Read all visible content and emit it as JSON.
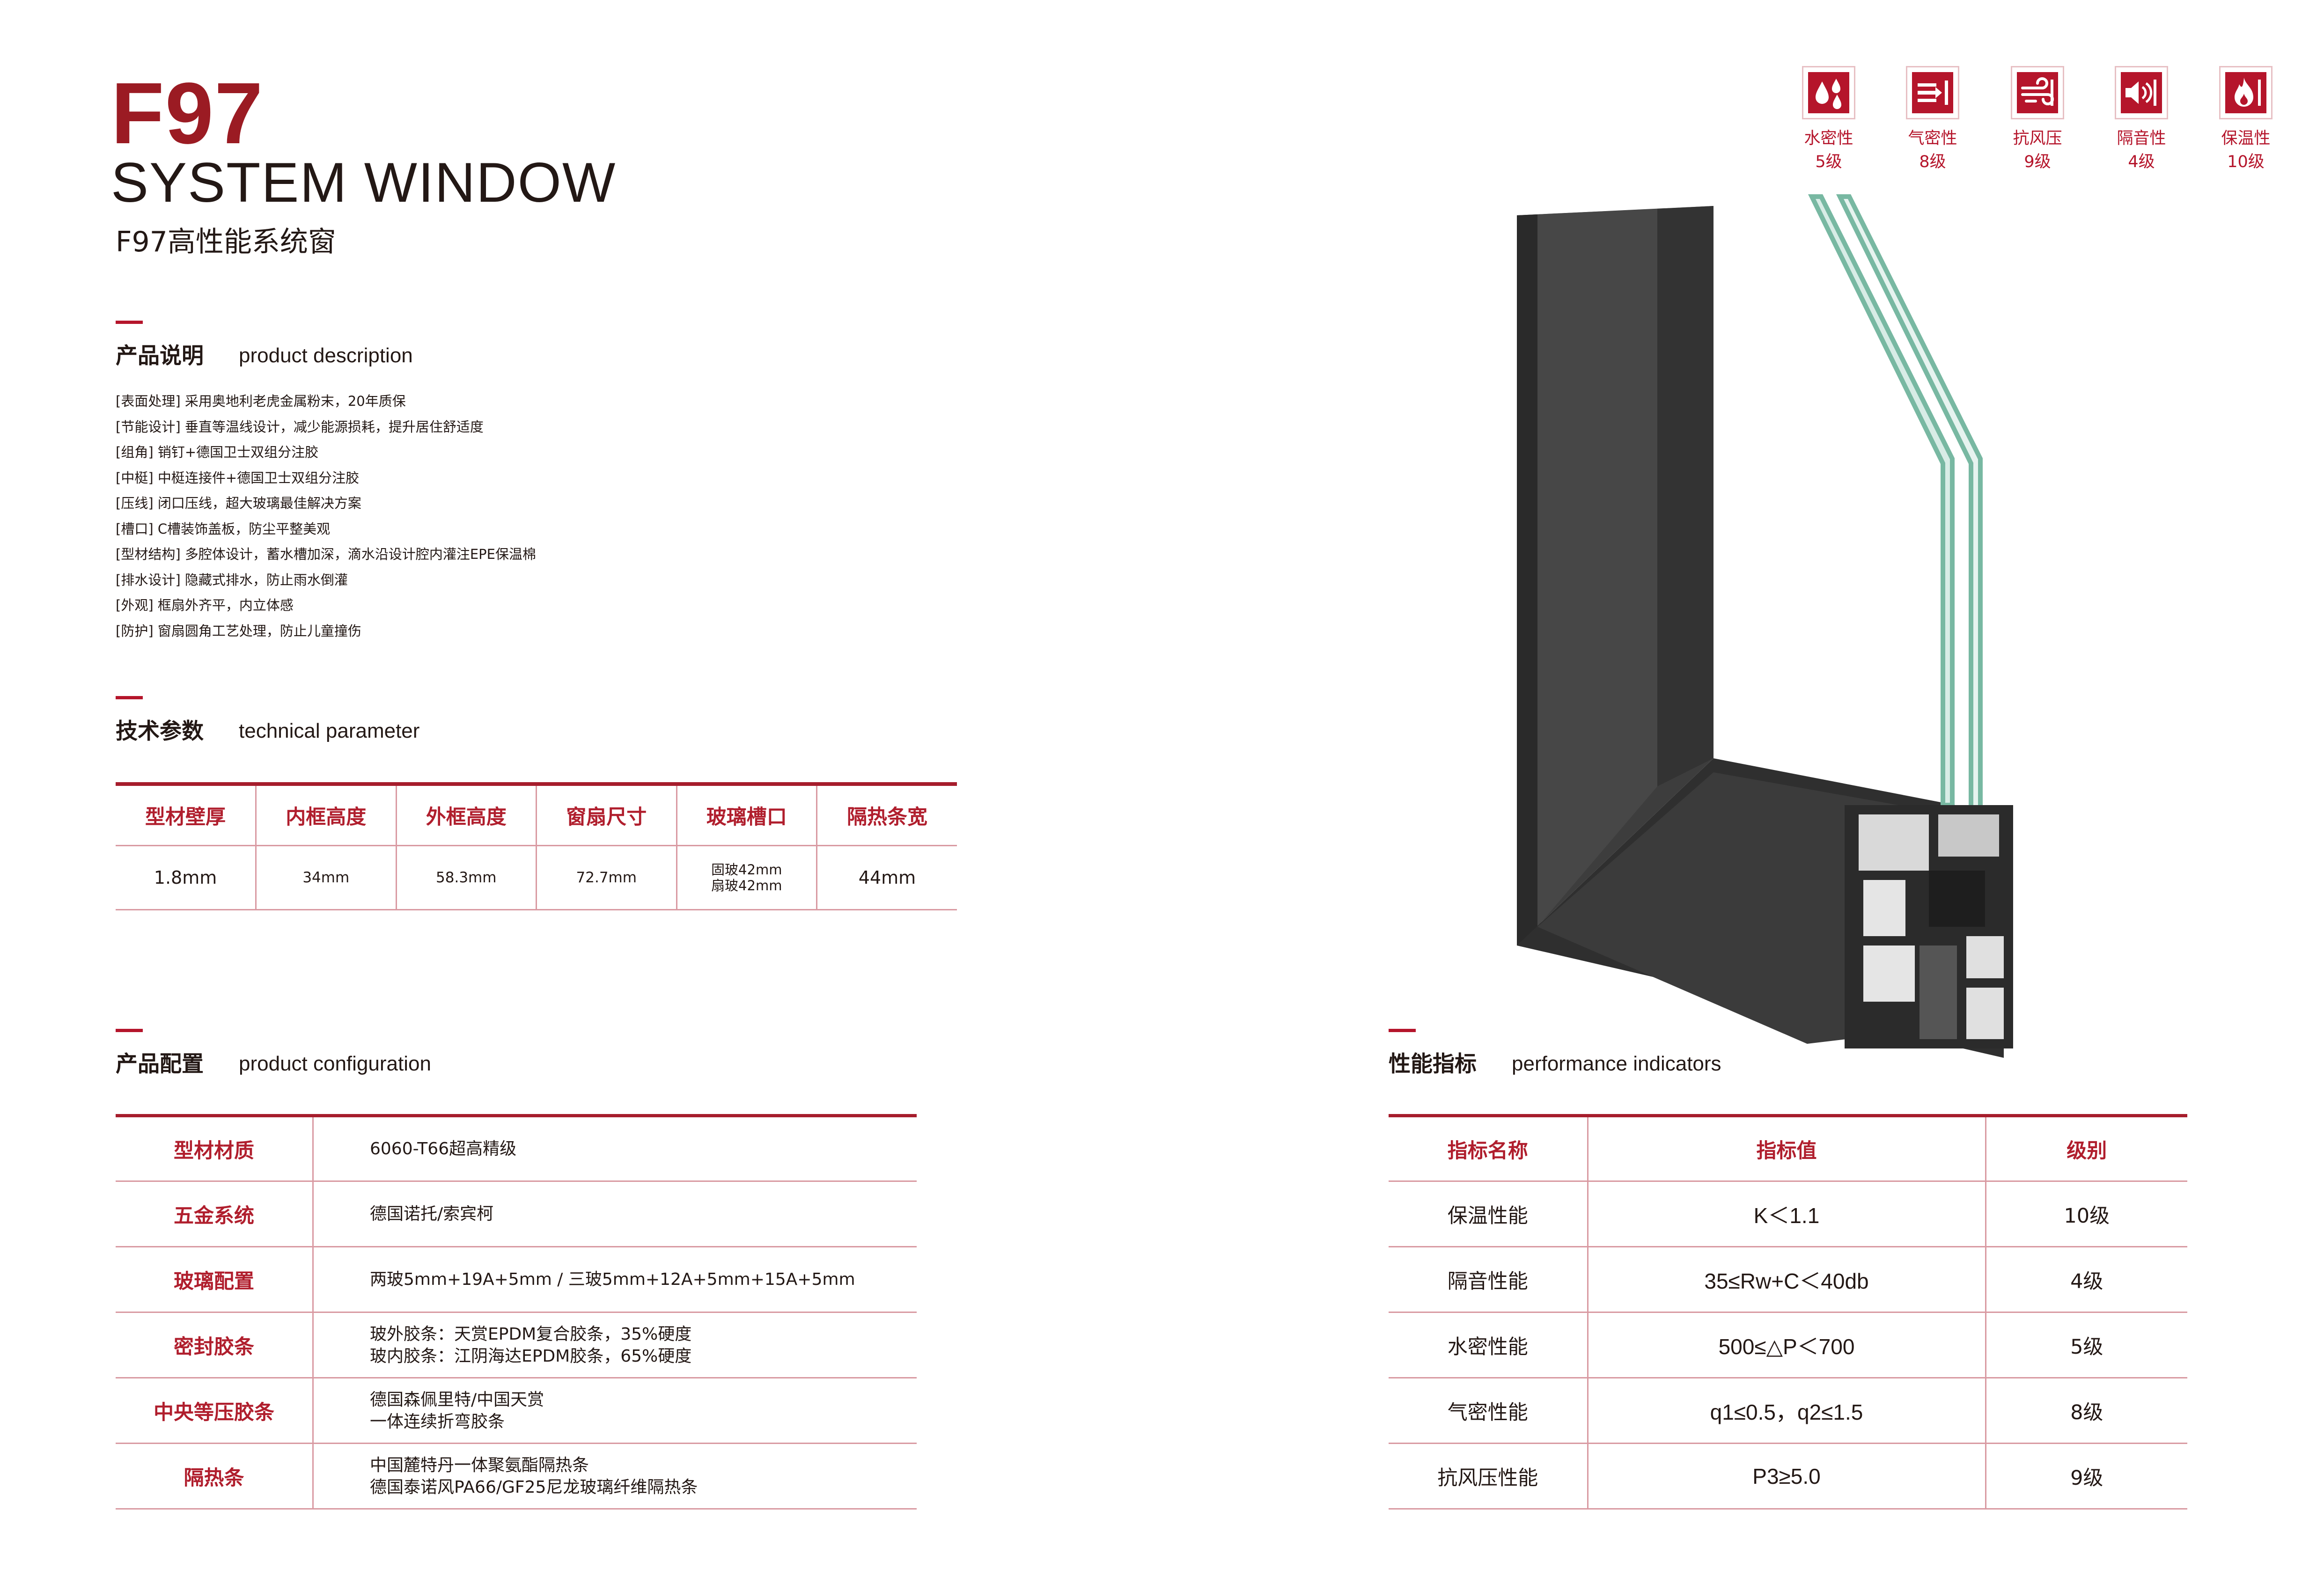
{
  "header": {
    "model": "F97",
    "subtitle": "SYSTEM WINDOW",
    "title_cn": "F97高性能系统窗"
  },
  "performance_icons": [
    {
      "icon": "water-drops-icon",
      "label": "水密性",
      "grade": "5级"
    },
    {
      "icon": "airflow-arrows-icon",
      "label": "气密性",
      "grade": "8级"
    },
    {
      "icon": "wind-icon",
      "label": "抗风压",
      "grade": "9级"
    },
    {
      "icon": "speaker-sound-icon",
      "label": "隔音性",
      "grade": "4级"
    },
    {
      "icon": "flame-icon",
      "label": "保温性",
      "grade": "10级"
    }
  ],
  "product_description": {
    "title_cn": "产品说明",
    "title_en": "product description",
    "items": [
      "[表面处理] 采用奥地利老虎金属粉末，20年质保",
      "[节能设计] 垂直等温线设计，减少能源损耗，提升居住舒适度",
      "[组角] 销钉+德国卫士双组分注胶",
      "[中梃] 中梃连接件+德国卫士双组分注胶",
      "[压线] 闭口压线，超大玻璃最佳解决方案",
      "[槽口] C槽装饰盖板，防尘平整美观",
      "[型材结构] 多腔体设计，蓄水槽加深，滴水沿设计腔内灌注EPE保温棉",
      "[排水设计] 隐藏式排水，防止雨水倒灌",
      "[外观] 框扇外齐平，内立体感",
      "[防护] 窗扇圆角工艺处理，防止儿童撞伤"
    ]
  },
  "technical_parameter": {
    "title_cn": "技术参数",
    "title_en": "technical parameter",
    "headers": [
      "型材壁厚",
      "内框高度",
      "外框高度",
      "窗扇尺寸",
      "玻璃槽口",
      "隔热条宽"
    ],
    "values": [
      "1.8mm",
      "34mm",
      "58.3mm",
      "72.7mm",
      "固玻42mm",
      "44mm"
    ],
    "glass_slot_line2": "扇玻42mm"
  },
  "product_configuration": {
    "title_cn": "产品配置",
    "title_en": "product configuration",
    "rows": [
      {
        "key": "型材材质",
        "line1": "6060-T66超高精级",
        "line2": ""
      },
      {
        "key": "五金系统",
        "line1": "德国诺托/索宾柯",
        "line2": ""
      },
      {
        "key": "玻璃配置",
        "line1": "两玻5mm+19A+5mm / 三玻5mm+12A+5mm+15A+5mm",
        "line2": ""
      },
      {
        "key": "密封胶条",
        "line1": "玻外胶条：天赏EPDM复合胶条，35%硬度",
        "line2": "玻内胶条：江阴海达EPDM胶条，65%硬度"
      },
      {
        "key": "中央等压胶条",
        "line1": "德国森佩里特/中国天赏",
        "line2": "一体连续折弯胶条"
      },
      {
        "key": "隔热条",
        "line1": "中国麓特丹一体聚氨酯隔热条",
        "line2": "德国泰诺风PA66/GF25尼龙玻璃纤维隔热条"
      }
    ]
  },
  "performance_indicators": {
    "title_cn": "性能指标",
    "title_en": "performance indicators",
    "headers": [
      "指标名称",
      "指标值",
      "级别"
    ],
    "rows": [
      {
        "name": "保温性能",
        "value": "K＜1.1",
        "grade": "10级"
      },
      {
        "name": "隔音性能",
        "value": "35≤Rw+C＜40db",
        "grade": "4级"
      },
      {
        "name": "水密性能",
        "value": "500≤△P＜700",
        "grade": "5级"
      },
      {
        "name": "气密性能",
        "value": "q1≤0.5，q2≤1.5",
        "grade": "8级"
      },
      {
        "name": "抗风压性能",
        "value": "P3≥5.0",
        "grade": "9级"
      }
    ]
  },
  "colors": {
    "brand_red": "#9b1b23",
    "accent_red": "#b5152b",
    "profile_dark": "#3a3a3a",
    "glass_green": "#7fb8a6"
  }
}
